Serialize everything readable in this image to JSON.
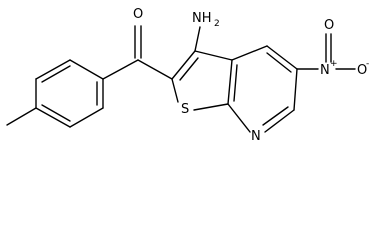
{
  "structure": {
    "labels": {
      "oxygen_carbonyl": "O",
      "amine": "NH",
      "amine_subscript": "2",
      "sulfur": "S",
      "ring_nitrogen": "N",
      "nitro_nitrogen": "N",
      "nitro_charge": "+",
      "nitro_oxygen_left": "O",
      "nitro_oxygen_right": "O",
      "nitro_oxygen_charge": "-"
    }
  }
}
